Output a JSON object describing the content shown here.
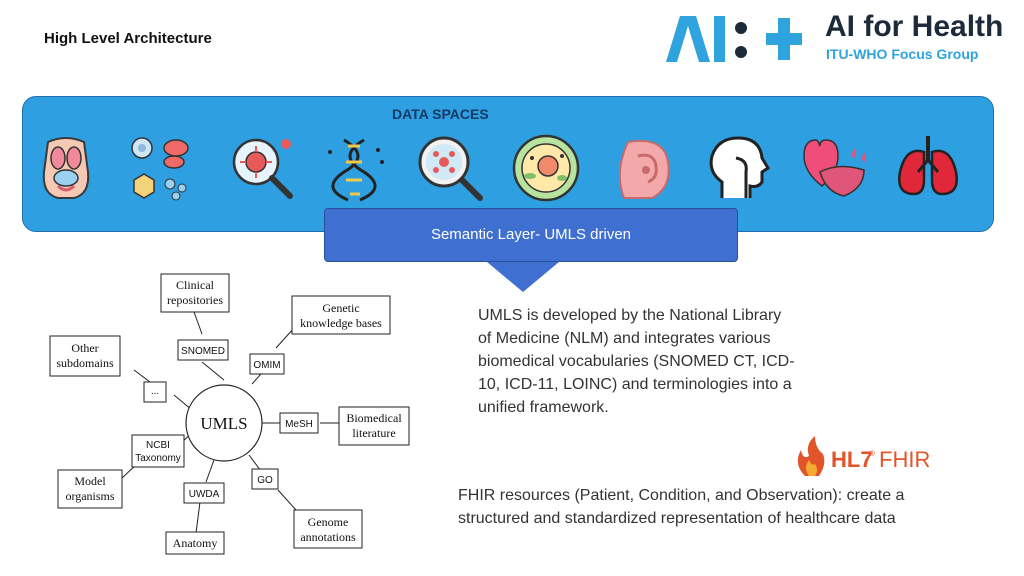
{
  "header": {
    "title": "High Level Architecture"
  },
  "logo": {
    "line1": "AI for Health",
    "line2": "ITU-WHO Focus Group"
  },
  "data_spaces": {
    "label": "DATA SPACES",
    "icons": [
      "torso-organs-icon",
      "cells-icon",
      "virus-magnifier-icon",
      "dna-icon",
      "cell-magnifier-icon",
      "cell-icon",
      "ear-icon",
      "head-throat-icon",
      "heart-liver-icon",
      "lungs-icon"
    ]
  },
  "semantic_layer": {
    "label": "Semantic Layer- UMLS driven"
  },
  "umls_diagram": {
    "center": "UMLS",
    "mid_nodes": {
      "snomed": "SNOMED",
      "omim": "OMIM",
      "mesh": "MeSH",
      "go": "GO",
      "uwda": "UWDA",
      "ncbi": [
        "NCBI",
        "Taxonomy"
      ],
      "dots": "..."
    },
    "outer_nodes": {
      "clinical": [
        "Clinical",
        "repositories"
      ],
      "genetic": [
        "Genetic",
        "knowledge bases"
      ],
      "biomedical": [
        "Biomedical",
        "literature"
      ],
      "genome": [
        "Genome",
        "annotations"
      ],
      "anatomy": [
        "Anatomy"
      ],
      "model": [
        "Model",
        "organisms"
      ],
      "other": [
        "Other",
        "subdomains"
      ]
    }
  },
  "umls_description": "UMLS is developed by the National Library of Medicine (NLM) and integrates various biomedical vocabularies (SNOMED CT, ICD-10, ICD-11, LOINC) and terminologies into a unified framework.",
  "fhir": {
    "logo_text": "HL7",
    "logo_reg": "®",
    "logo_fhir": "FHIR",
    "description": "FHIR resources (Patient, Condition, and Observation): create a structured and standardized representation of healthcare data"
  }
}
